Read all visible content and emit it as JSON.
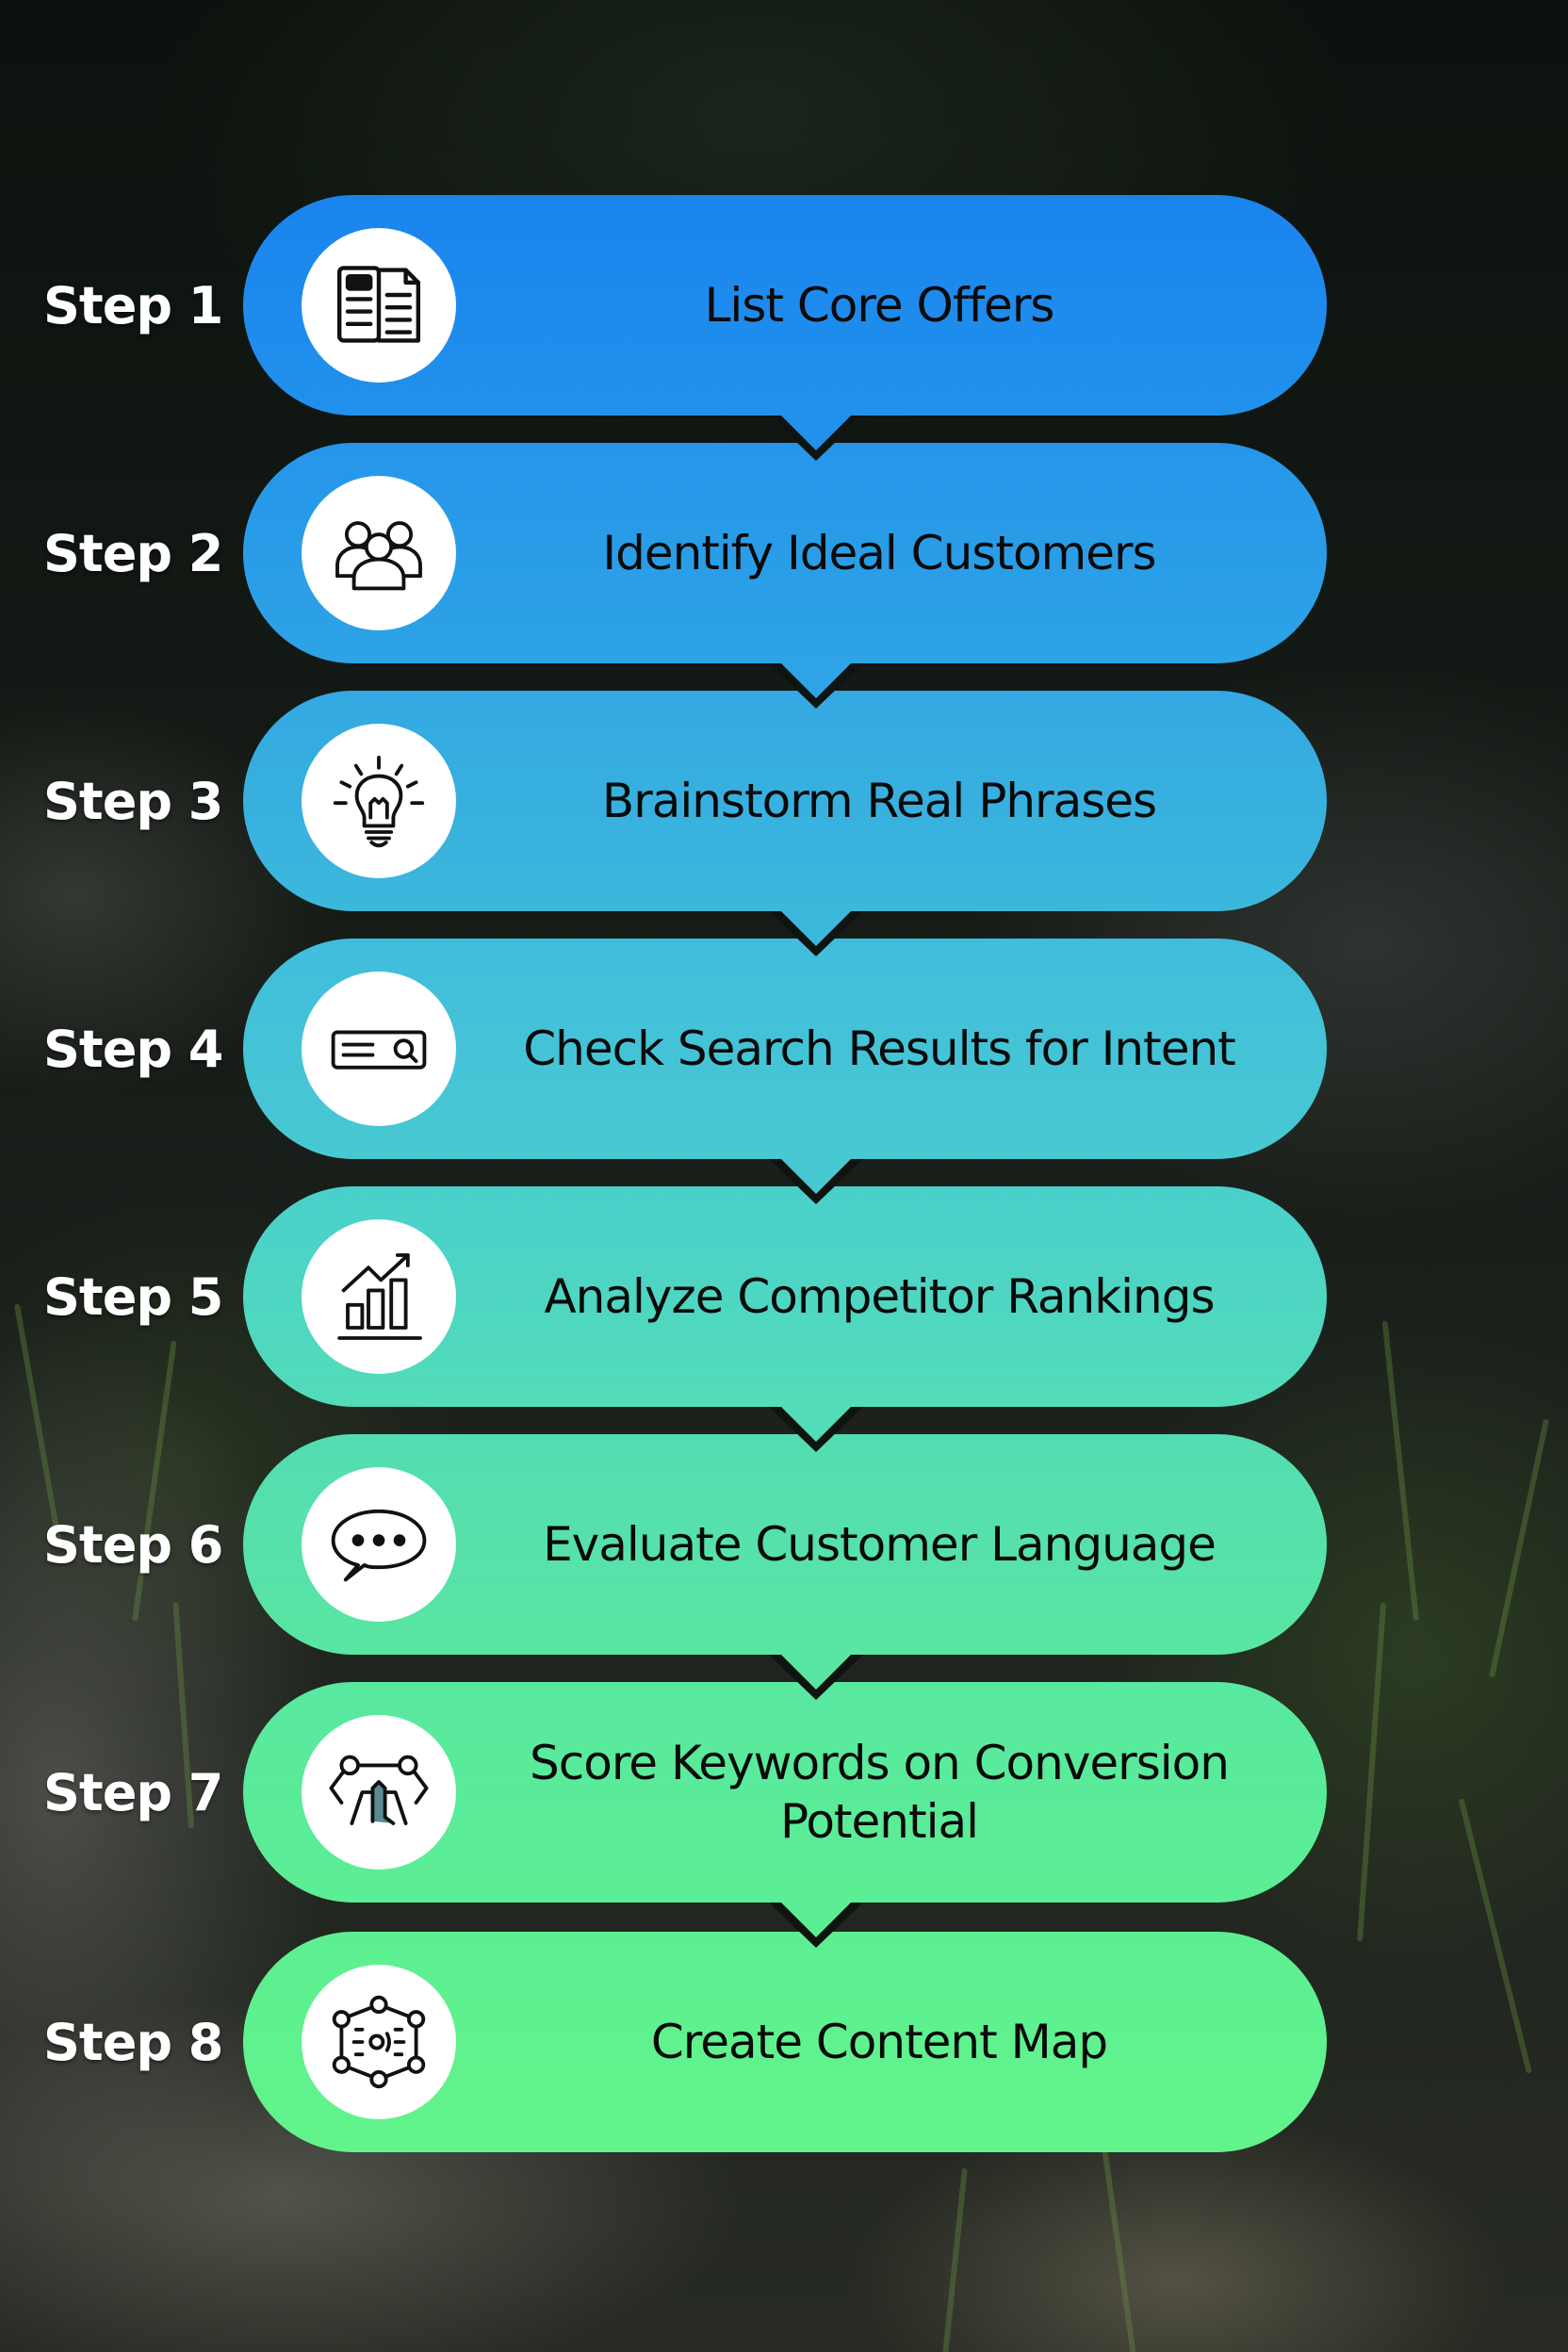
{
  "steps": [
    {
      "label": "Step 1",
      "title": "List Core Offers",
      "icon": "document-pages-icon",
      "color": "#1b86ee"
    },
    {
      "label": "Step 2",
      "title": "Identify Ideal Customers",
      "icon": "people-group-icon",
      "color": "#2b9be9"
    },
    {
      "label": "Step 3",
      "title": "Brainstorm Real Phrases",
      "icon": "lightbulb-icon",
      "color": "#38ade0"
    },
    {
      "label": "Step 4",
      "title": "Check Search Results for Intent",
      "icon": "search-bar-icon",
      "color": "#43c1da"
    },
    {
      "label": "Step 5",
      "title": "Analyze Competitor Rankings",
      "icon": "growth-chart-icon",
      "color": "#4dd4c6"
    },
    {
      "label": "Step 6",
      "title": "Evaluate Customer Language",
      "icon": "speech-bubble-icon",
      "color": "#55e0ae"
    },
    {
      "label": "Step 7",
      "title": "Score Keywords on Conversion Potential",
      "icon": "conversion-funnel-icon",
      "color": "#5ae89b"
    },
    {
      "label": "Step 8",
      "title": "Create Content Map",
      "icon": "network-map-icon",
      "color": "#5ef08e"
    }
  ],
  "colors": {
    "start": "#1b86ee",
    "end": "#5ef08e",
    "label_text": "#ffffff",
    "pill_text": "#0a0a0a",
    "icon_bg": "#ffffff"
  }
}
